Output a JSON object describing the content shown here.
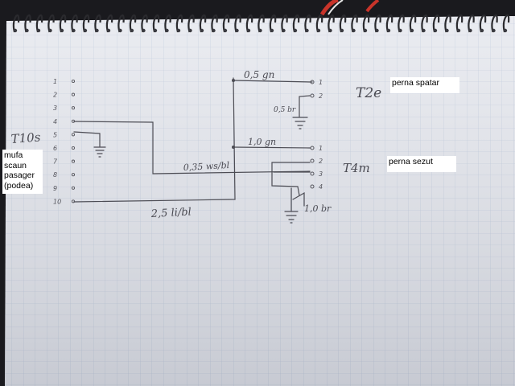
{
  "connector": {
    "id": "T10s",
    "pins": [
      "1",
      "2",
      "3",
      "4",
      "5",
      "6",
      "7",
      "8",
      "9",
      "10"
    ]
  },
  "top_connector": {
    "id": "T2e",
    "pins": [
      "1",
      "2"
    ]
  },
  "bottom_connector": {
    "id": "T4m",
    "pins": [
      "1",
      "2",
      "3",
      "4"
    ]
  },
  "wires": {
    "top_gn": "0,5 gn",
    "top_br": "0,5 br",
    "mid_gn": "1,0 gn",
    "ws_bl": "0,35 ws/bl",
    "bottom_br": "1,0 br",
    "li_bl": "2,5 li/bl"
  },
  "notes": {
    "mufa": [
      "mufa",
      "scaun",
      "pasager",
      "(podea)"
    ],
    "spatar": "perna spatar",
    "sezut": "perna sezut"
  },
  "colors": {
    "paper": "#e8eaf0",
    "grid": "#b7c3d8",
    "ink": "#4c4c54",
    "background": "#1a1a1e"
  }
}
